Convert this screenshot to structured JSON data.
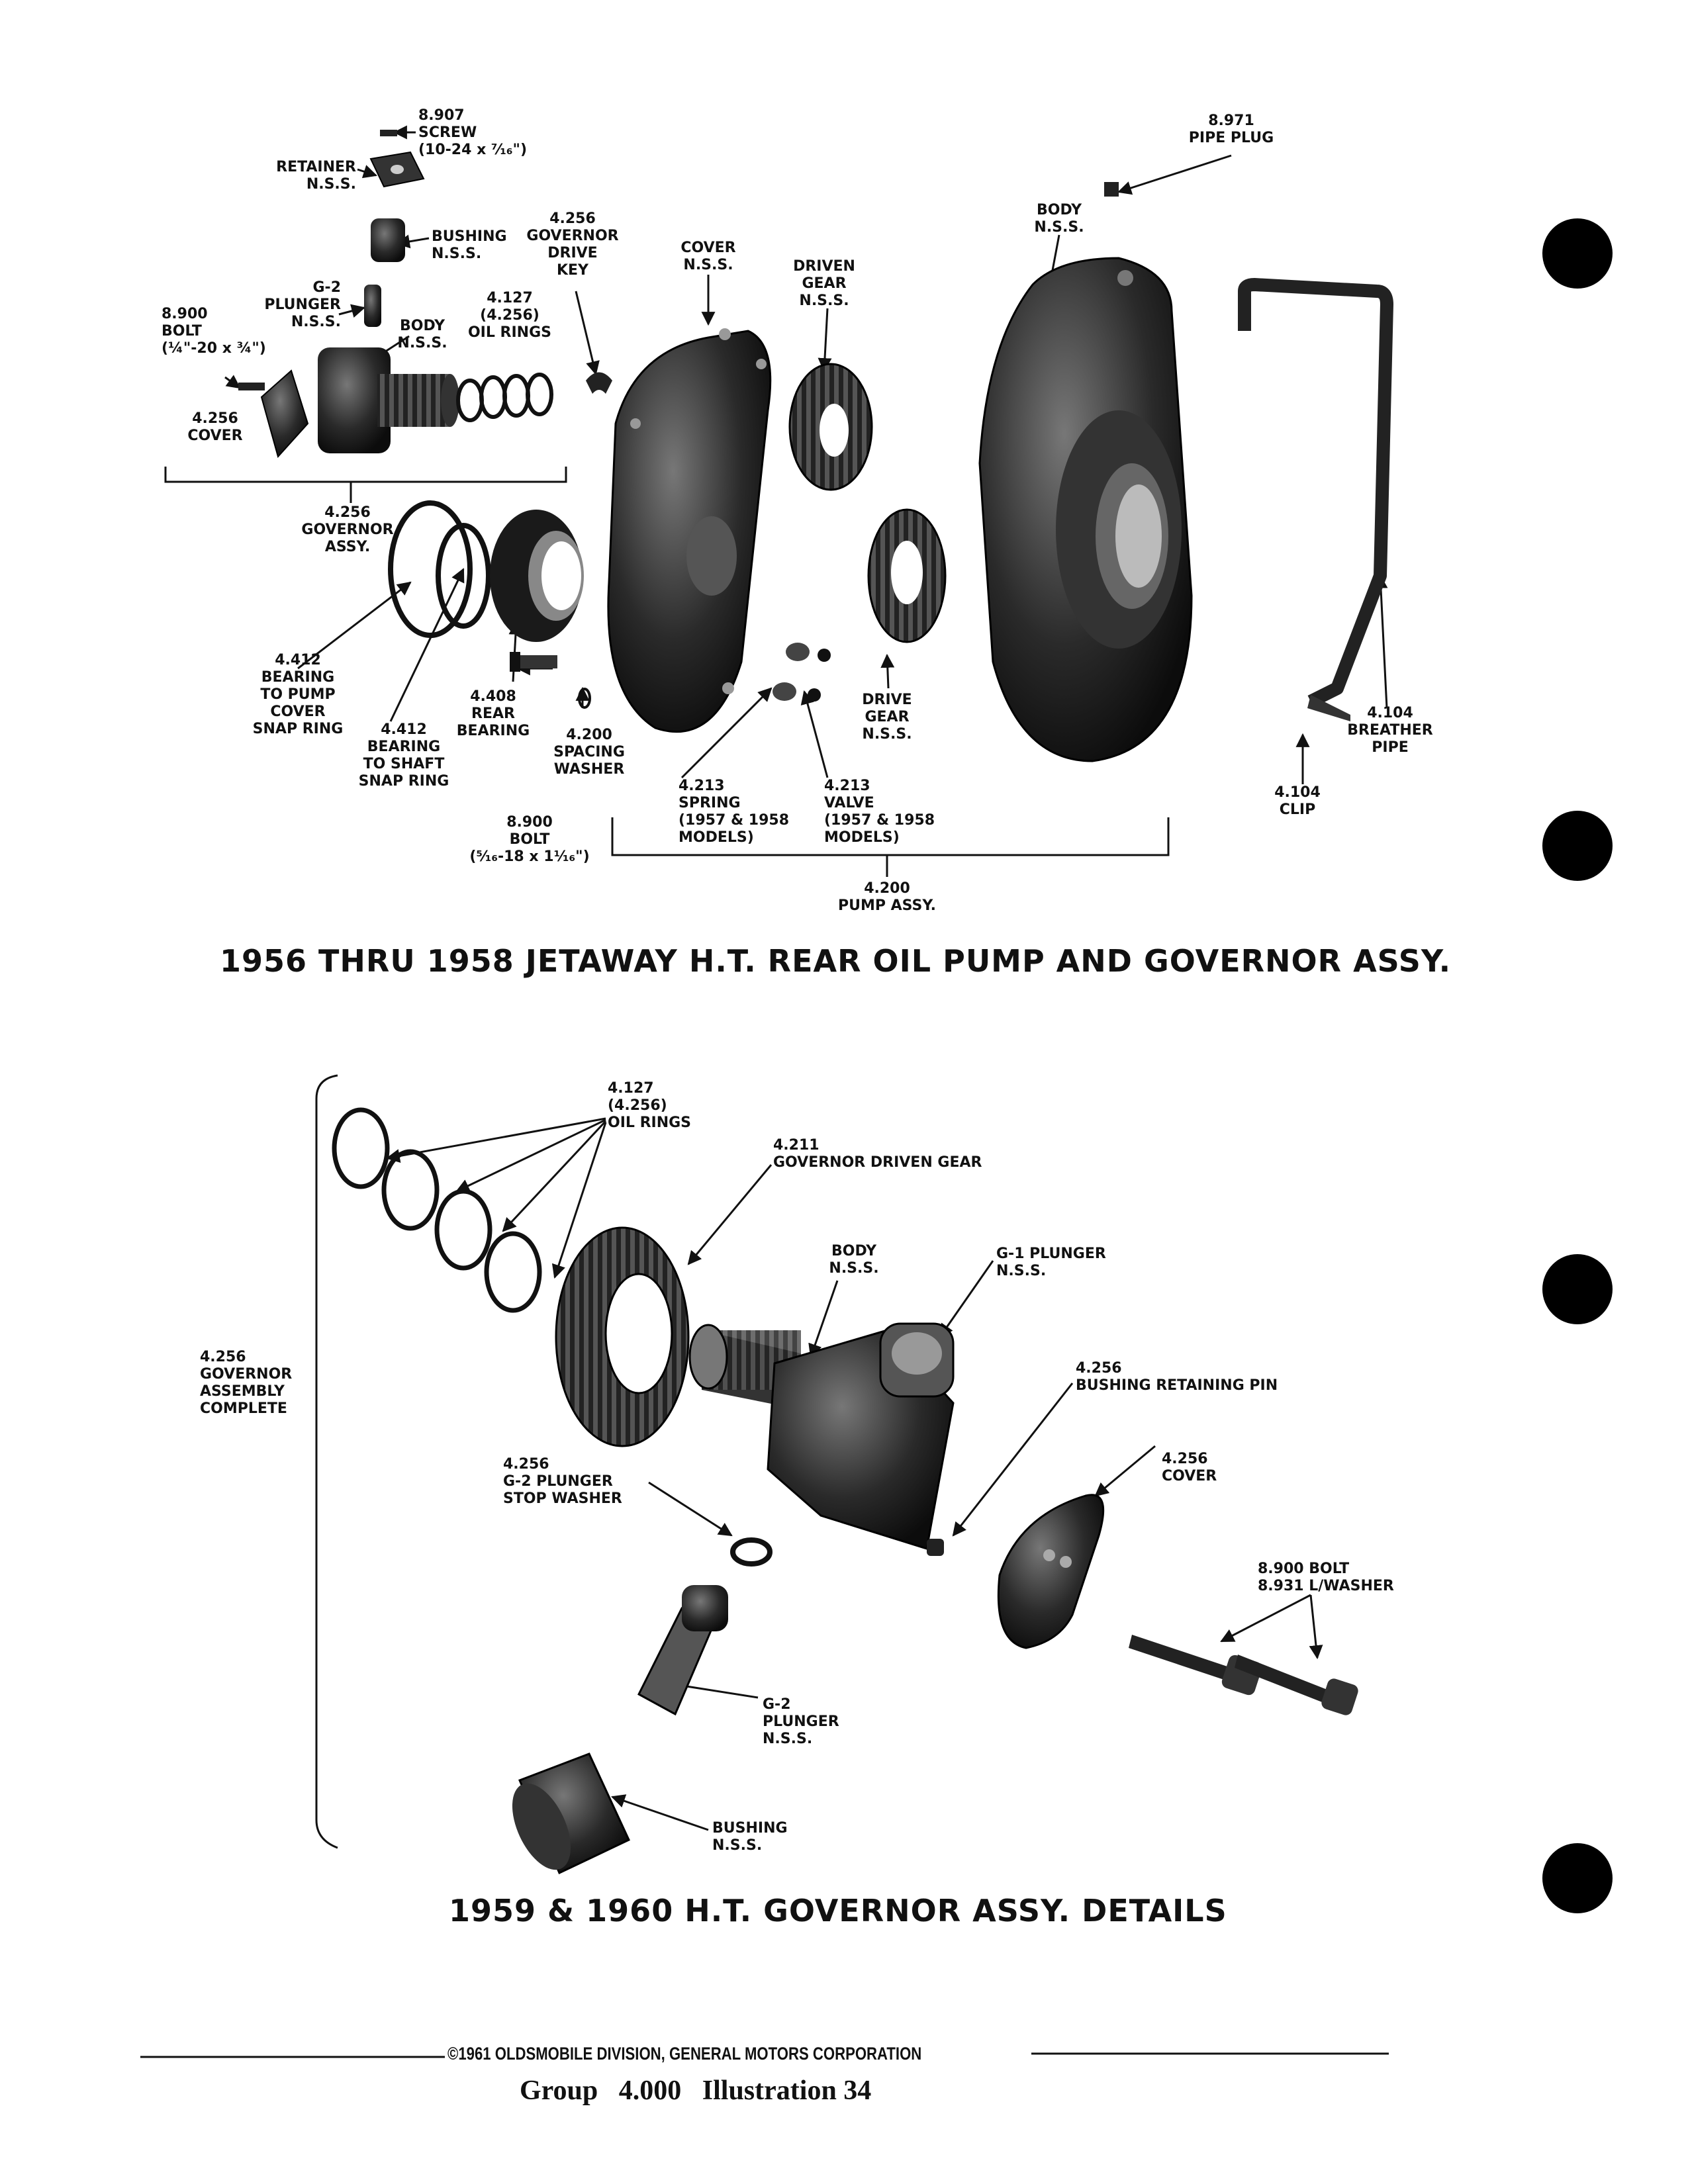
{
  "figure1": {
    "title": "1956 THRU 1958 JETAWAY H.T. REAR OIL PUMP AND GOVERNOR ASSY.",
    "labels": {
      "screw": "8.907\nSCREW\n(10-24 x ⁷⁄₁₆\")",
      "retainer": "RETAINER\nN.S.S.",
      "bushing": "BUSHING\nN.S.S.",
      "g2_plunger": "G-2\nPLUNGER\nN.S.S.",
      "body_gov": "BODY\nN.S.S.",
      "bolt_small": "8.900\nBOLT\n(¼\"-20 x ¾\")",
      "cover_gov": "4.256\nCOVER",
      "oil_rings": "4.127\n(4.256)\nOIL RINGS",
      "drive_key": "4.256\nGOVERNOR\nDRIVE\nKEY",
      "cover_pump": "COVER\nN.S.S.",
      "driven_gear": "DRIVEN\nGEAR\nN.S.S.",
      "body_pump": "BODY\nN.S.S.",
      "pipe_plug": "8.971\nPIPE PLUG",
      "governor_assy": "4.256\nGOVERNOR\nASSY.",
      "snap_ring_cover": "4.412\nBEARING\nTO PUMP\nCOVER\nSNAP RING",
      "snap_ring_shaft": "4.412\nBEARING\nTO SHAFT\nSNAP RING",
      "rear_bearing": "4.408\nREAR\nBEARING",
      "spacing_washer": "4.200\nSPACING\nWASHER",
      "bolt_large": "8.900\nBOLT\n(⁵⁄₁₆-18 x 1¹⁄₁₆\")",
      "spring": "4.213\nSPRING\n(1957 & 1958\nMODELS)",
      "valve": "4.213\nVALVE\n(1957 & 1958\nMODELS)",
      "drive_gear": "DRIVE\nGEAR\nN.S.S.",
      "pump_assy": "4.200\nPUMP ASSY.",
      "clip": "4.104\nCLIP",
      "breather_pipe": "4.104\nBREATHER\nPIPE"
    }
  },
  "figure2": {
    "title": "1959 & 1960 H.T. GOVERNOR ASSY. DETAILS",
    "labels": {
      "oil_rings": "4.127\n(4.256)\nOIL RINGS",
      "driven_gear": "4.211\nGOVERNOR DRIVEN GEAR",
      "body": "BODY\nN.S.S.",
      "g1_plunger": "G-1 PLUNGER\nN.S.S.",
      "assembly_complete": "4.256\nGOVERNOR\nASSEMBLY\nCOMPLETE",
      "retaining_pin": "4.256\nBUSHING RETAINING PIN",
      "stop_washer": "4.256\nG-2 PLUNGER\nSTOP WASHER",
      "cover": "4.256\nCOVER",
      "bolt_washer": "8.900 BOLT\n8.931 L/WASHER",
      "g2_plunger": "G-2\nPLUNGER\nN.S.S.",
      "bushing": "BUSHING\nN.S.S."
    }
  },
  "footer": {
    "copyright": "©1961 OLDSMOBILE DIVISION, GENERAL MOTORS CORPORATION",
    "group_line": "Group   4.000   Illustration 34"
  }
}
